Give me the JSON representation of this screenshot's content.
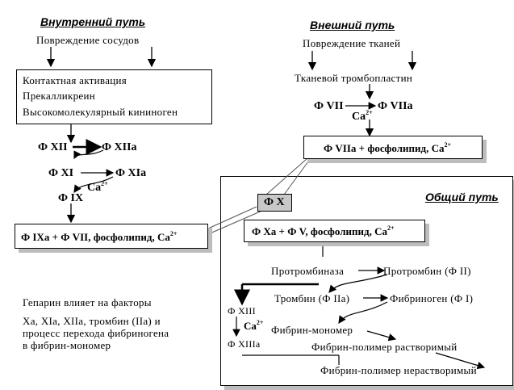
{
  "intrinsic": {
    "title": "Внутренний путь",
    "trigger": "Повреждение сосудов",
    "box_lines": [
      "Контактная активация",
      "Прекалликреин",
      "Высокомолекулярный кининоген"
    ],
    "fxii": "Ф XII",
    "fxiia": "Ф XIIa",
    "fxi": "Ф XI",
    "fxia": "Ф XIa",
    "ca": "Ca",
    "ca_sup": "2+",
    "fix": "Ф IX",
    "complex": "Ф IXa + Ф VII, фосфолипид, Ca",
    "complex_sup": "2+"
  },
  "extrinsic": {
    "title": "Внешний путь",
    "trigger": "Повреждение тканей",
    "thromboplastin": "Тканевой тромбопластин",
    "fvii": "Ф VII",
    "fviia": "Ф VIIa",
    "ca": "Ca",
    "ca_sup": "2+",
    "complex": "Ф VIIa + фосфолипид, Ca",
    "complex_sup": "2+"
  },
  "common": {
    "title": "Общий путь",
    "fx": "Ф X",
    "complex": "Ф Xa + Ф V, фосфолипид, Ca",
    "complex_sup": "2+",
    "prothrombinase": "Протромбиназа",
    "prothrombin": "Протромбин (Ф II)",
    "thrombin": "Тромбин (Ф IIa)",
    "fibrinogen": "Фибриноген (Ф I)",
    "fxiii": "Ф XIII",
    "ca": "Ca",
    "ca_sup": "2+",
    "fxiiia": "Ф XIIIa",
    "fibrin_monomer": "Фибрин-мономер",
    "fibrin_soluble": "Фибрин-полимер растворимый",
    "fibrin_insoluble": "Фибрин-полимер нерастворимый"
  },
  "note": {
    "line1": "Гепарин влияет на факторы",
    "line2": "Xa, XIa, XIIa, тромбин (IIa) и",
    "line3": "процесс перехода фибриногена",
    "line4": "в фибрин-мономер"
  }
}
